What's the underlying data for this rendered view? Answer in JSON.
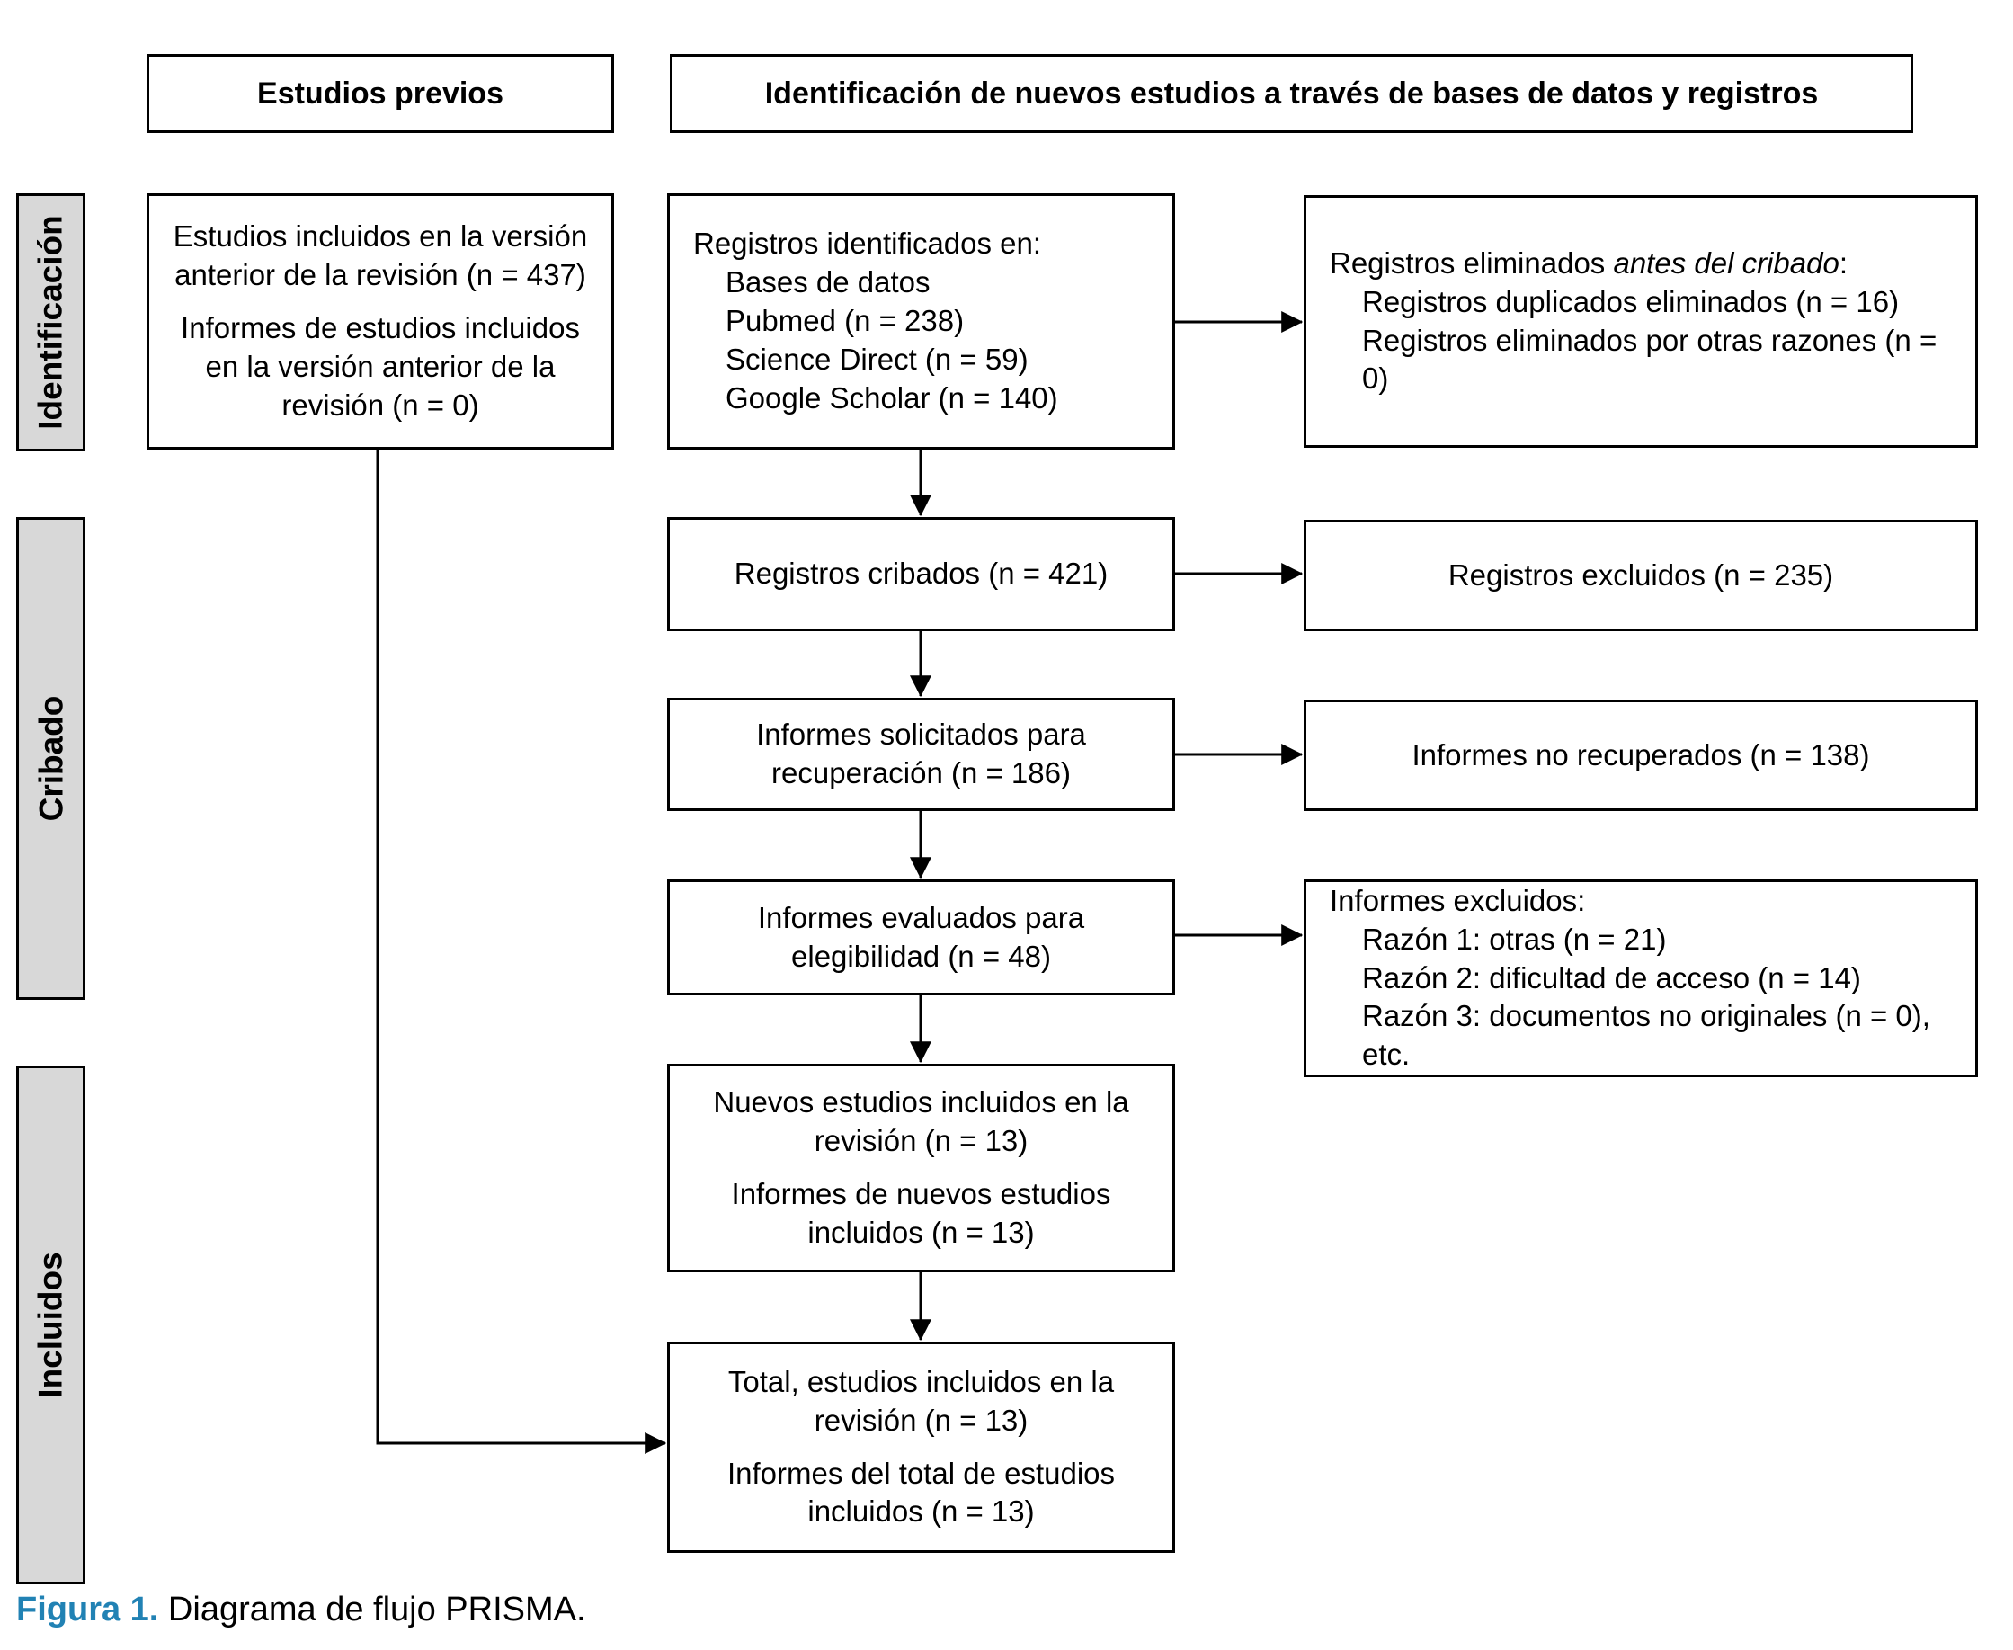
{
  "headers": {
    "previous_studies": "Estudios previos",
    "identification_new": "Identificación de nuevos estudios a través de bases de datos y registros"
  },
  "stages": {
    "identification": "Identificación",
    "screening": "Cribado",
    "included": "Incluidos"
  },
  "left_column": {
    "previous_box": {
      "p1": "Estudios incluidos en la versión anterior de la revisión (n = 437)",
      "p2": "Informes de estudios incluidos en la versión anterior de la revisión (n = 0)"
    }
  },
  "middle_column": {
    "identified": {
      "title": "Registros identificados en:",
      "items": [
        "Bases de datos",
        "Pubmed (n = 238)",
        "Science Direct (n = 59)",
        "Google Scholar (n = 140)"
      ]
    },
    "screened": "Registros cribados (n = 421)",
    "sought": "Informes solicitados para recuperación (n = 186)",
    "assessed": "Informes evaluados para elegibilidad (n = 48)",
    "new_included": {
      "p1": "Nuevos estudios incluidos en la revisión (n = 13)",
      "p2": "Informes de nuevos estudios incluidos (n = 13)"
    },
    "total_included": {
      "p1": "Total, estudios incluidos en la revisión (n = 13)",
      "p2": "Informes del total de estudios incluidos (n = 13)"
    }
  },
  "right_column": {
    "removed_before_screening": {
      "title_prefix": "Registros eliminados ",
      "title_italic": "antes del cribado",
      "title_suffix": ":",
      "items": [
        "Registros duplicados eliminados (n = 16)",
        "Registros eliminados por otras razones (n = 0)"
      ]
    },
    "records_excluded": "Registros excluidos (n = 235)",
    "reports_not_retrieved": "Informes no recuperados (n = 138)",
    "reports_excluded": {
      "title": "Informes excluidos:",
      "items": [
        "Razón 1: otras (n = 21)",
        "Razón 2: dificultad de acceso (n = 14)",
        "Razón 3: documentos no originales (n = 0), etc."
      ]
    }
  },
  "caption": {
    "label": "Figura 1.",
    "text": " Diagrama de flujo PRISMA."
  },
  "colors": {
    "stage_bg": "#d8d8d8",
    "border": "#000000",
    "caption_label": "#2182b4"
  }
}
